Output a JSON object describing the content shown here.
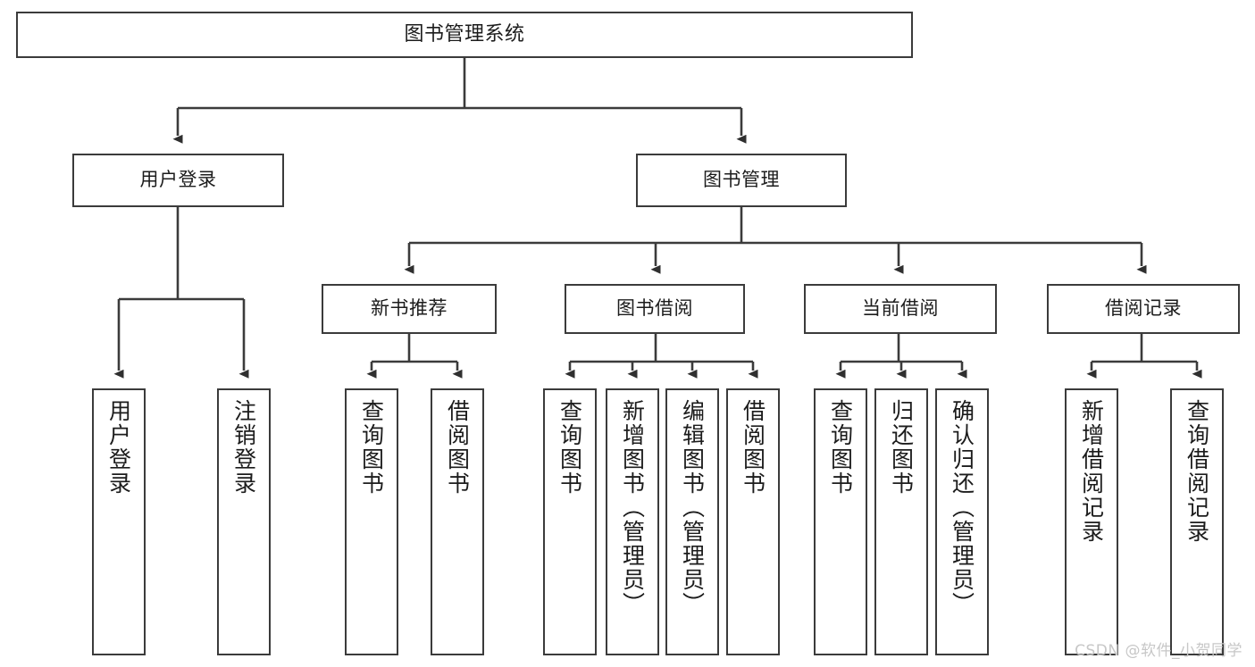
{
  "diagram": {
    "title": "图书管理系统",
    "type": "tree",
    "stroke_color": "#3b3b3b",
    "text_color": "#1c1c1c",
    "background": "#ffffff",
    "root": {
      "label": "图书管理系统"
    },
    "level1": [
      {
        "label": "用户登录"
      },
      {
        "label": "图书管理"
      }
    ],
    "level2": [
      {
        "label": "新书推荐"
      },
      {
        "label": "图书借阅"
      },
      {
        "label": "当前借阅"
      },
      {
        "label": "借阅记录"
      }
    ],
    "leaves": {
      "user_login": [
        {
          "label": "用户登录"
        },
        {
          "label": "注销登录"
        }
      ],
      "new_book_recommend": [
        {
          "label": "查询图书"
        },
        {
          "label": "借阅图书"
        }
      ],
      "book_borrow": [
        {
          "label": "查询图书"
        },
        {
          "label": "新增图书（管理员）"
        },
        {
          "label": "编辑图书（管理员）"
        },
        {
          "label": "借阅图书"
        }
      ],
      "current_borrow": [
        {
          "label": "查询图书"
        },
        {
          "label": "归还图书"
        },
        {
          "label": "确认归还（管理员）"
        }
      ],
      "borrow_record": [
        {
          "label": "新增借阅记录"
        },
        {
          "label": "查询借阅记录"
        }
      ]
    }
  },
  "watermark": {
    "text": "CSDN @软件_小贺同学",
    "color": "#c7c7c7"
  }
}
